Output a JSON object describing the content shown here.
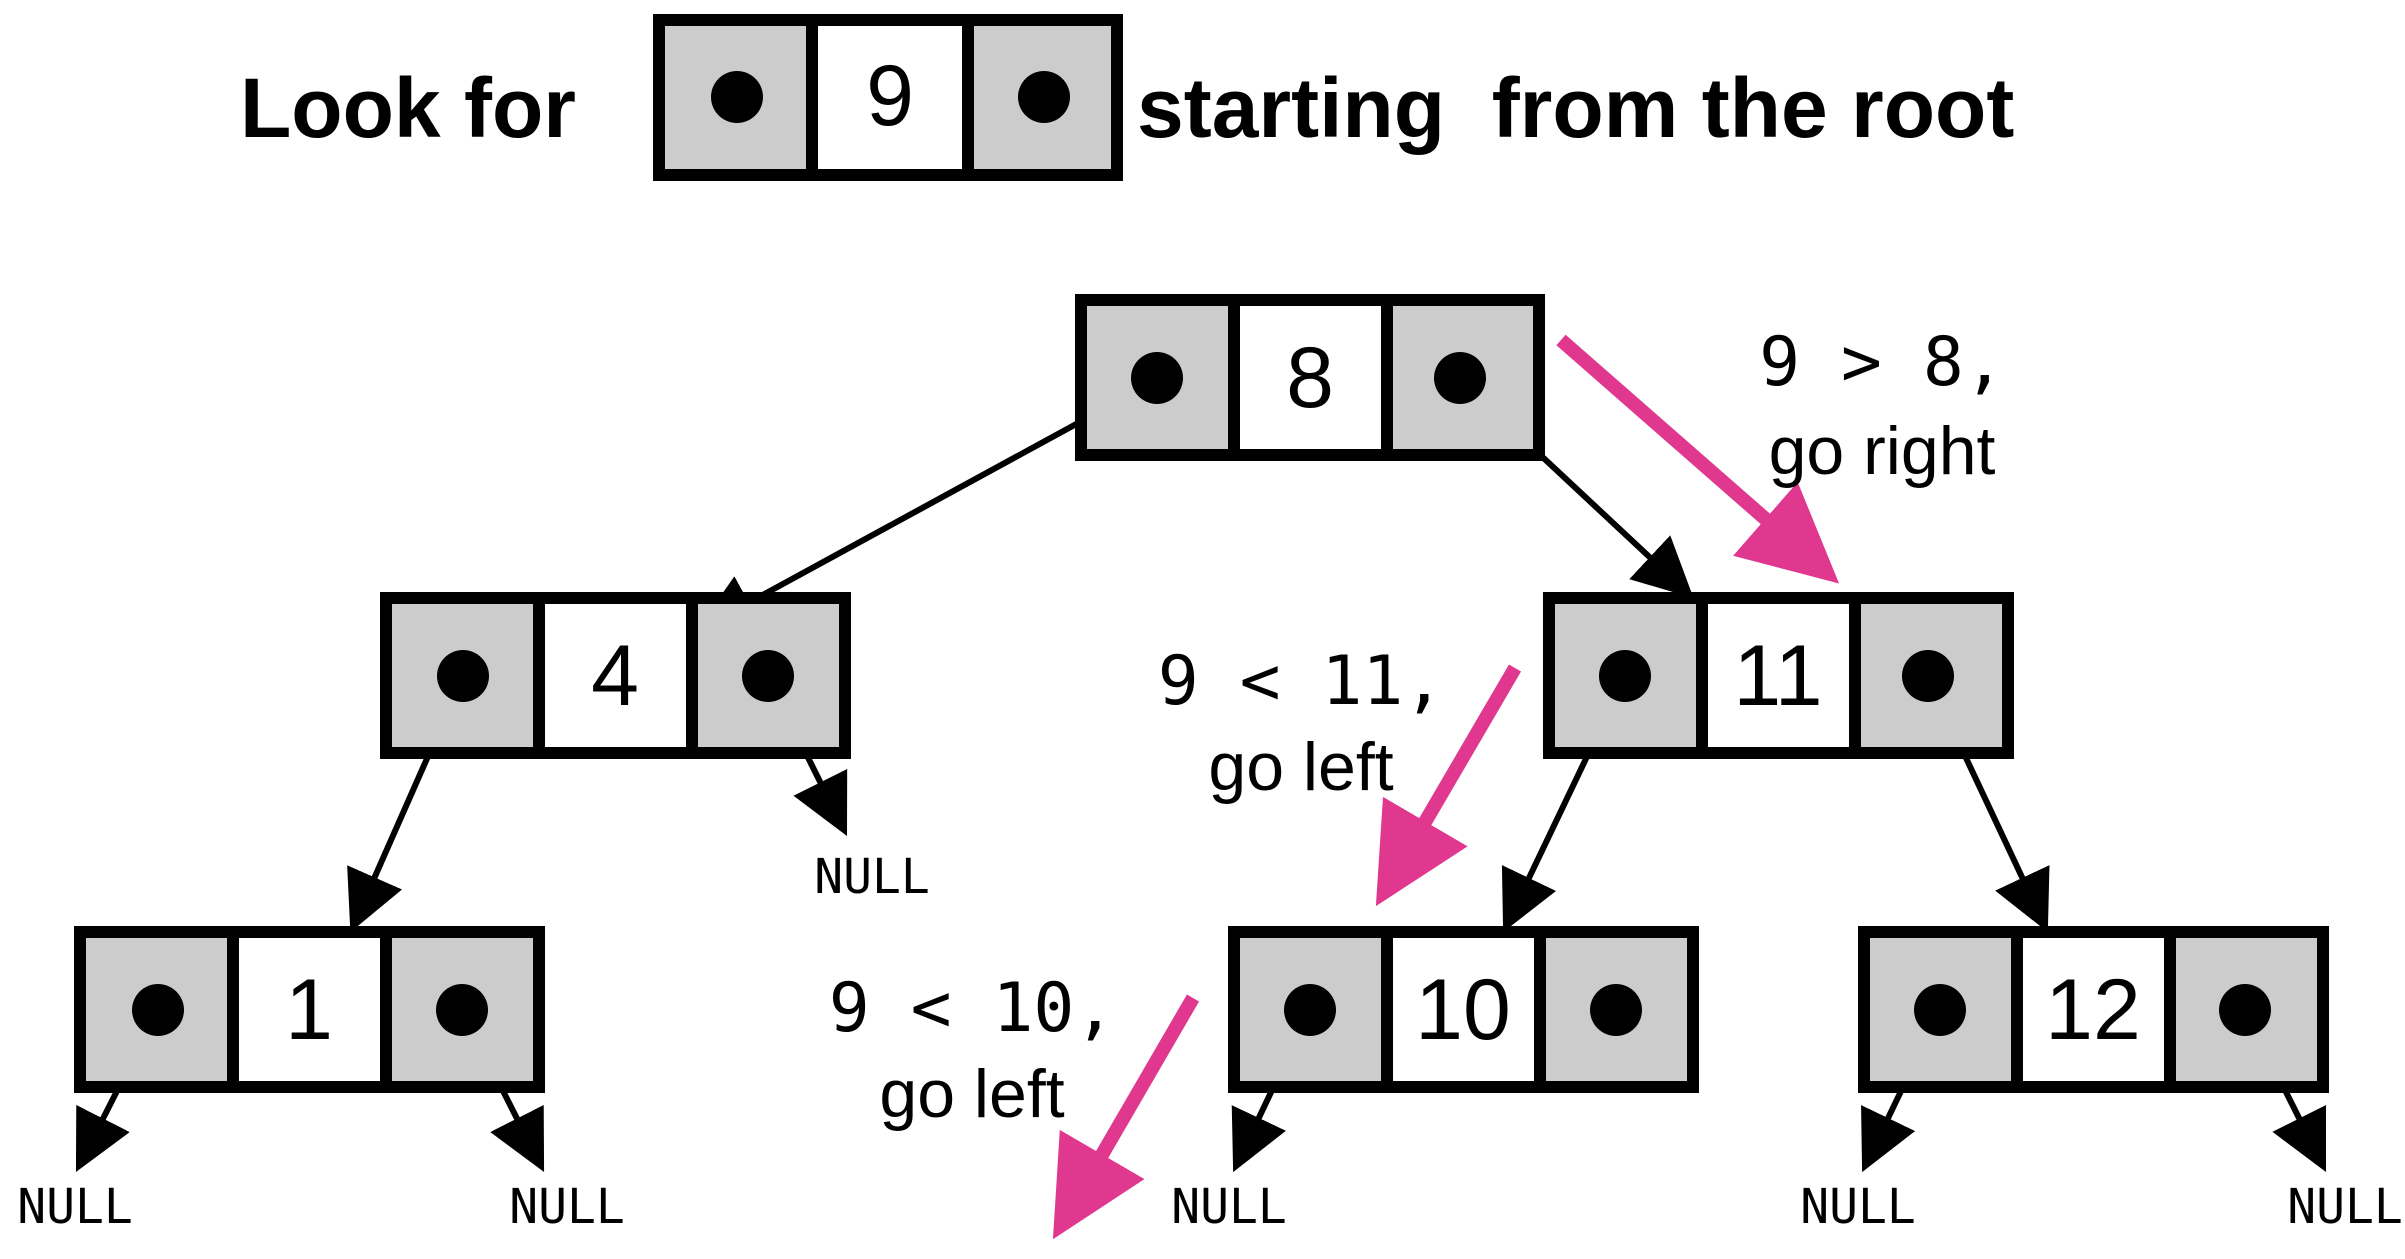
{
  "header": {
    "prefix": "Look for",
    "target_key": "9",
    "suffix": "starting  from the root"
  },
  "tree": {
    "nodes": [
      {
        "id": "n8",
        "key": "8"
      },
      {
        "id": "n4",
        "key": "4"
      },
      {
        "id": "n11",
        "key": "11"
      },
      {
        "id": "n1",
        "key": "1"
      },
      {
        "id": "n10",
        "key": "10"
      },
      {
        "id": "n12",
        "key": "12"
      }
    ],
    "null_label": "NULL"
  },
  "annotations": [
    {
      "id": "step1",
      "comparison": "9 > 8,",
      "action": "go right"
    },
    {
      "id": "step2",
      "comparison": "9 < 11,",
      "action": "go left"
    },
    {
      "id": "step3",
      "comparison": "9 < 10,",
      "action": "go left"
    }
  ],
  "colors": {
    "node_fill_pointer": "#cccccc",
    "node_fill_key": "#ffffff",
    "stroke": "#000000",
    "search_arrow": "#e0388f"
  }
}
